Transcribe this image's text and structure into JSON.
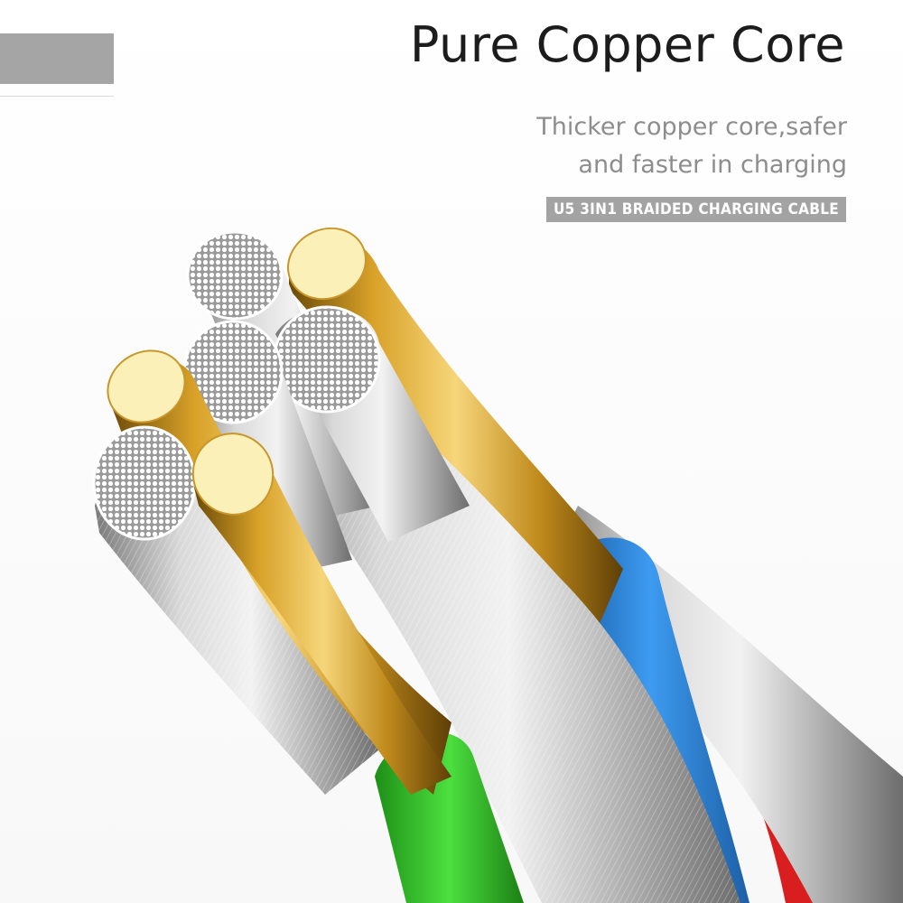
{
  "header": {
    "title": "Pure Copper Core",
    "subtitle_line1": "Thicker copper core,safer",
    "subtitle_line2": "and faster in charging",
    "tag": "U5 3IN1 BRAIDED CHARGING CABLE"
  },
  "colors": {
    "accent_bar": "#a5a5a5",
    "copper": "#d8a128",
    "silver": "#c9c9c9",
    "blue_sheath": "#2f86d8",
    "green_sheath": "#33c52b",
    "red_sheath": "#d81e1e"
  }
}
